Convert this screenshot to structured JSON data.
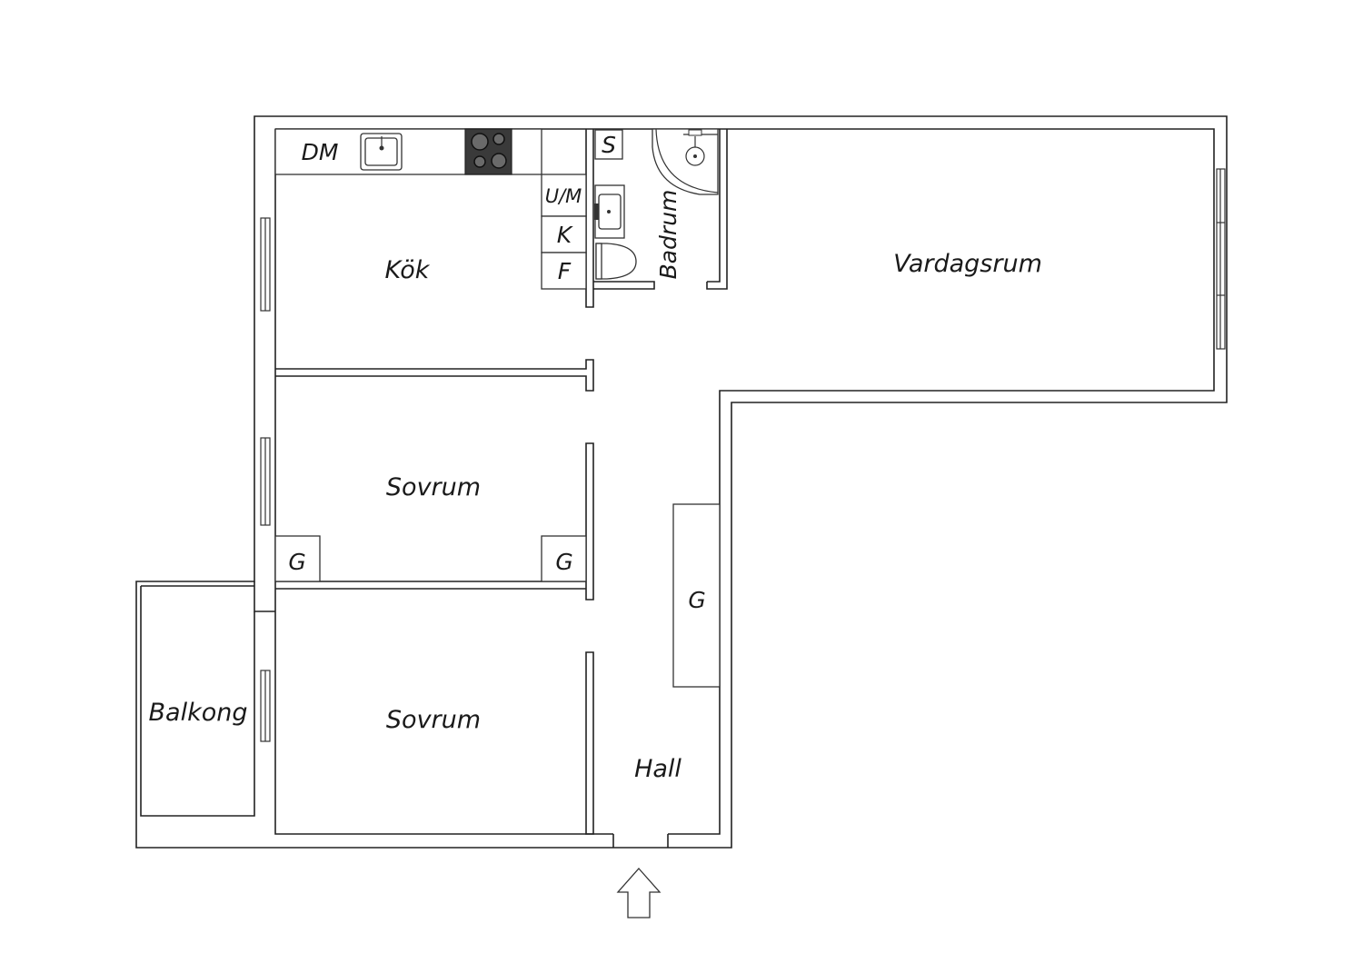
{
  "rooms": {
    "kok": "Kök",
    "badrum": "Badrum",
    "vardagsrum": "Vardagsrum",
    "sovrum_1": "Sovrum",
    "sovrum_2": "Sovrum",
    "balkong": "Balkong",
    "hall": "Hall"
  },
  "fixtures": {
    "dishwasher": "DM",
    "washer": "U/M",
    "fridge": "K",
    "freezer": "F",
    "storage_bath": "S",
    "wardrobe_sovrum_left": "G",
    "wardrobe_sovrum_right": "G",
    "wardrobe_hall": "G"
  },
  "icons": {
    "sink": "kitchen-sink-icon",
    "stove": "stove-icon",
    "shower": "shower-icon",
    "basin": "wash-basin-icon",
    "toilet": "toilet-icon",
    "entrance": "entrance-arrow-icon"
  },
  "colors": {
    "walls": "#222222",
    "stove": "#3a3a3a",
    "background": "#ffffff"
  }
}
